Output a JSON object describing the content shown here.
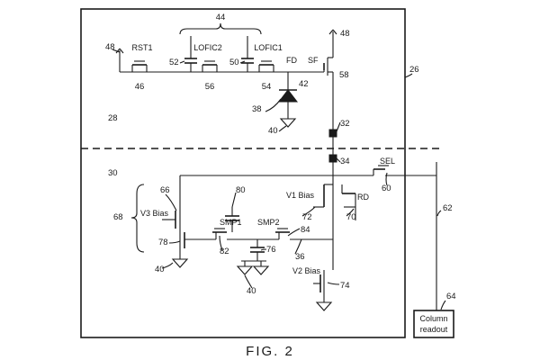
{
  "labels": {
    "rst1": "RST1",
    "lofic2": "LOFIC2",
    "lofic1": "LOFIC1",
    "fd": "FD",
    "sf": "SF",
    "sel": "SEL",
    "rd": "RD",
    "v1_bias": "V1 Bias",
    "v2_bias": "V2 Bias",
    "v3_bias": "V3 Bias",
    "smp1": "SMP1",
    "smp2": "SMP2",
    "column_readout_line1": "Column",
    "column_readout_line2": "readout",
    "caption": "FIG. 2"
  },
  "refs": {
    "r44": "44",
    "r48a": "48",
    "r48b": "48",
    "r52": "52",
    "r50": "50",
    "r46": "46",
    "r56": "56",
    "r54": "54",
    "r42": "42",
    "r58": "58",
    "r38": "38",
    "r40a": "40",
    "r26": "26",
    "r28": "28",
    "r32": "32",
    "r34": "34",
    "r30": "30",
    "r60": "60",
    "r66": "66",
    "r80": "80",
    "r68": "68",
    "r72": "72",
    "r70": "70",
    "r62": "62",
    "r78": "78",
    "r82": "82",
    "r84": "84",
    "r36": "36",
    "r76": "76",
    "r40b": "40",
    "r40c": "40",
    "r74": "74",
    "r64": "64"
  }
}
